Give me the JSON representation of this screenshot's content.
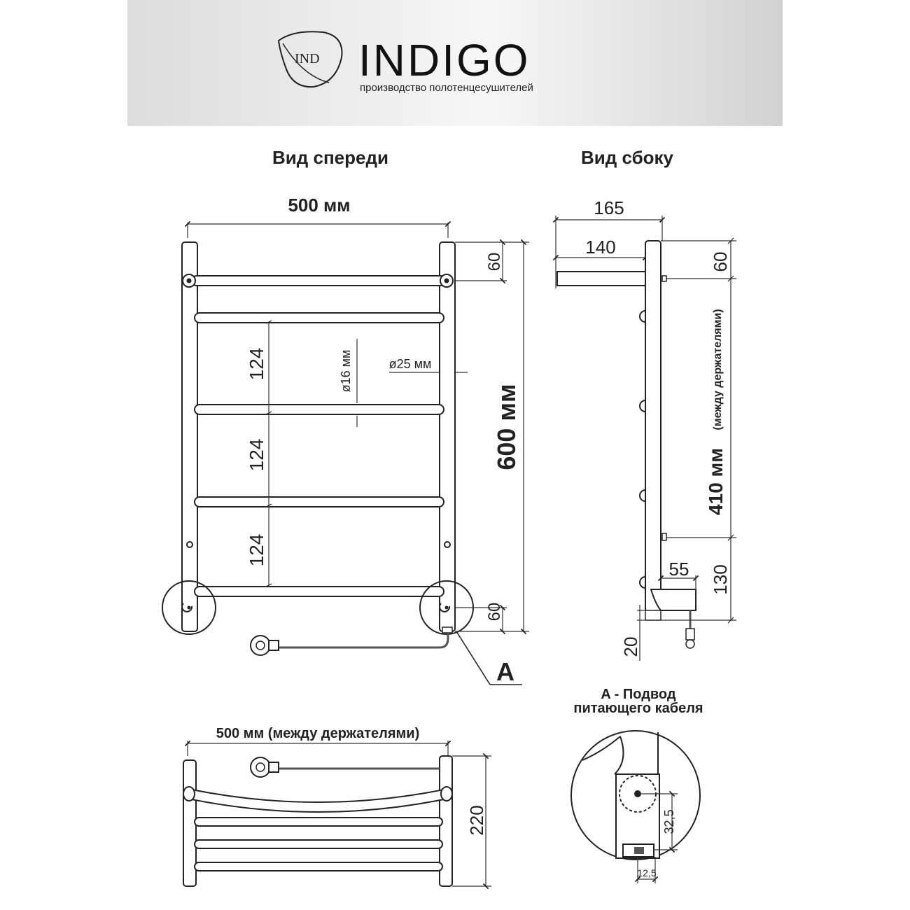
{
  "header": {
    "logo_mark": "IND",
    "brand": "INDIGO",
    "tagline": "производство полотенцесушителей"
  },
  "front_view": {
    "title": "Вид спереди",
    "width_label": "500 мм",
    "height_label": "600 мм",
    "top_offset": "60",
    "bottom_offset": "60",
    "spacing_1": "124",
    "spacing_2": "124",
    "spacing_3": "124",
    "crossbar_diameter": "ø16 мм",
    "upright_diameter": "ø25 мм",
    "detail_marker": "A"
  },
  "side_view": {
    "title": "Вид сбоку",
    "depth_total": "165",
    "depth_bracket": "140",
    "top_offset": "60",
    "mount_distance": "410 мм",
    "mount_distance_note": "(между держателями)",
    "bottom_offset": "130",
    "heater_depth": "55",
    "cable_offset": "20"
  },
  "top_view": {
    "width_label": "500 мм (между держателями)",
    "depth_label": "220"
  },
  "detail": {
    "title_line1": "A - Подвод",
    "title_line2": "питающего кабеля",
    "vertical_dim": "32,5",
    "horizontal_dim": "12,5"
  }
}
